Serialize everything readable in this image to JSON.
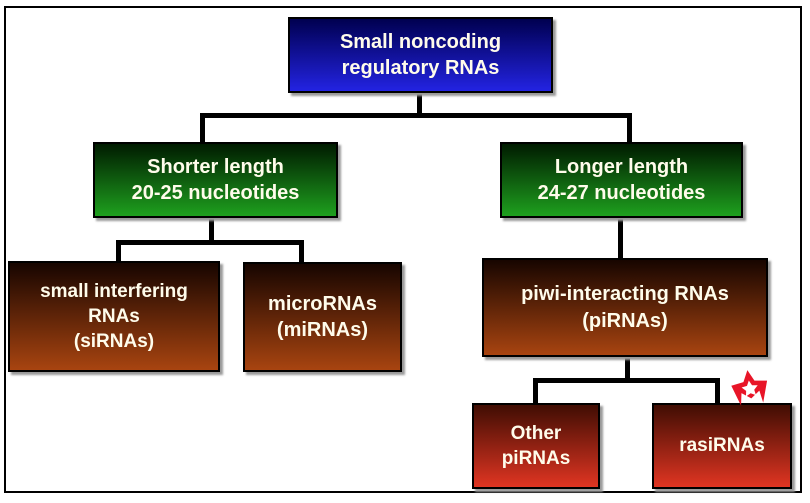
{
  "diagram": {
    "nodes": {
      "root": {
        "label": "Small noncoding\nregulatory RNAs"
      },
      "shorter": {
        "label": "Shorter length\n20-25 nucleotides"
      },
      "longer": {
        "label": "Longer length\n24-27 nucleotides"
      },
      "sirna": {
        "label": "small interfering\nRNAs\n(siRNAs)"
      },
      "mirna": {
        "label": "microRNAs\n(miRNAs)"
      },
      "pirna": {
        "label": "piwi-interacting RNAs\n(piRNAs)"
      },
      "other_pirna": {
        "label": "Other\npiRNAs"
      },
      "rasirna": {
        "label": "rasiRNAs"
      }
    },
    "edges": [
      [
        "root",
        "shorter"
      ],
      [
        "root",
        "longer"
      ],
      [
        "shorter",
        "sirna"
      ],
      [
        "shorter",
        "mirna"
      ],
      [
        "longer",
        "pirna"
      ],
      [
        "pirna",
        "other_pirna"
      ],
      [
        "pirna",
        "rasirna"
      ]
    ],
    "annotations": {
      "star_marker_on": "rasirna"
    }
  },
  "colors": {
    "blue": [
      "#000050",
      "#2323e2"
    ],
    "green": [
      "#001b00",
      "#1ea01e"
    ],
    "brown": [
      "#170500",
      "#a84410"
    ],
    "red": [
      "#400d03",
      "#e03522"
    ],
    "line": "#000000",
    "star": "#e81528",
    "star_inner": "#ffffff",
    "text": "#fffceb",
    "frame_border": "#000000",
    "background": "#ffffff"
  }
}
